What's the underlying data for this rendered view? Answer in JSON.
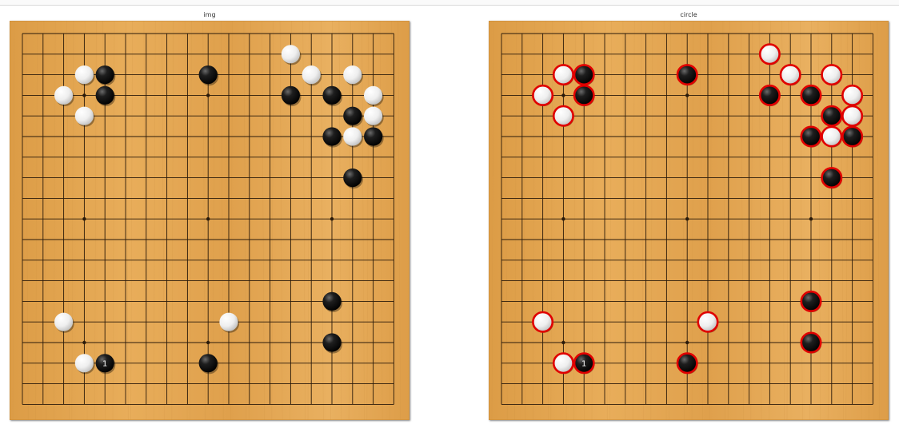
{
  "panels": [
    {
      "title": "img",
      "show_circles": false,
      "grid_size": 19,
      "star_points": [
        [
          3,
          3
        ],
        [
          3,
          9
        ],
        [
          3,
          15
        ],
        [
          9,
          3
        ],
        [
          9,
          9
        ],
        [
          9,
          15
        ],
        [
          15,
          3
        ],
        [
          15,
          9
        ],
        [
          15,
          15
        ]
      ],
      "stones": [
        {
          "col": 13,
          "row": 1,
          "color": "white"
        },
        {
          "col": 3,
          "row": 2,
          "color": "white"
        },
        {
          "col": 4,
          "row": 2,
          "color": "black"
        },
        {
          "col": 9,
          "row": 2,
          "color": "black"
        },
        {
          "col": 14,
          "row": 2,
          "color": "white"
        },
        {
          "col": 16,
          "row": 2,
          "color": "white"
        },
        {
          "col": 2,
          "row": 3,
          "color": "white"
        },
        {
          "col": 4,
          "row": 3,
          "color": "black"
        },
        {
          "col": 13,
          "row": 3,
          "color": "black"
        },
        {
          "col": 15,
          "row": 3,
          "color": "black"
        },
        {
          "col": 17,
          "row": 3,
          "color": "white"
        },
        {
          "col": 3,
          "row": 4,
          "color": "white"
        },
        {
          "col": 16,
          "row": 4,
          "color": "black"
        },
        {
          "col": 17,
          "row": 4,
          "color": "white"
        },
        {
          "col": 15,
          "row": 5,
          "color": "black"
        },
        {
          "col": 16,
          "row": 5,
          "color": "white"
        },
        {
          "col": 17,
          "row": 5,
          "color": "black"
        },
        {
          "col": 16,
          "row": 7,
          "color": "black"
        },
        {
          "col": 15,
          "row": 13,
          "color": "black"
        },
        {
          "col": 2,
          "row": 14,
          "color": "white"
        },
        {
          "col": 10,
          "row": 14,
          "color": "white"
        },
        {
          "col": 15,
          "row": 15,
          "color": "black"
        },
        {
          "col": 3,
          "row": 16,
          "color": "white"
        },
        {
          "col": 4,
          "row": 16,
          "color": "black",
          "label": "1"
        },
        {
          "col": 9,
          "row": 16,
          "color": "black"
        }
      ]
    },
    {
      "title": "circle",
      "show_circles": true,
      "grid_size": 19,
      "star_points": [
        [
          3,
          3
        ],
        [
          3,
          9
        ],
        [
          3,
          15
        ],
        [
          9,
          3
        ],
        [
          9,
          9
        ],
        [
          9,
          15
        ],
        [
          15,
          3
        ],
        [
          15,
          9
        ],
        [
          15,
          15
        ]
      ],
      "stones": [
        {
          "col": 13,
          "row": 1,
          "color": "white"
        },
        {
          "col": 3,
          "row": 2,
          "color": "white"
        },
        {
          "col": 4,
          "row": 2,
          "color": "black"
        },
        {
          "col": 9,
          "row": 2,
          "color": "black"
        },
        {
          "col": 14,
          "row": 2,
          "color": "white"
        },
        {
          "col": 16,
          "row": 2,
          "color": "white"
        },
        {
          "col": 2,
          "row": 3,
          "color": "white"
        },
        {
          "col": 4,
          "row": 3,
          "color": "black"
        },
        {
          "col": 13,
          "row": 3,
          "color": "black"
        },
        {
          "col": 15,
          "row": 3,
          "color": "black"
        },
        {
          "col": 17,
          "row": 3,
          "color": "white"
        },
        {
          "col": 3,
          "row": 4,
          "color": "white"
        },
        {
          "col": 16,
          "row": 4,
          "color": "black"
        },
        {
          "col": 17,
          "row": 4,
          "color": "white"
        },
        {
          "col": 15,
          "row": 5,
          "color": "black"
        },
        {
          "col": 16,
          "row": 5,
          "color": "white"
        },
        {
          "col": 17,
          "row": 5,
          "color": "black"
        },
        {
          "col": 16,
          "row": 7,
          "color": "black"
        },
        {
          "col": 15,
          "row": 13,
          "color": "black"
        },
        {
          "col": 2,
          "row": 14,
          "color": "white"
        },
        {
          "col": 10,
          "row": 14,
          "color": "white"
        },
        {
          "col": 15,
          "row": 15,
          "color": "black"
        },
        {
          "col": 3,
          "row": 16,
          "color": "white"
        },
        {
          "col": 4,
          "row": 16,
          "color": "black",
          "label": "1"
        },
        {
          "col": 9,
          "row": 16,
          "color": "black"
        }
      ]
    }
  ],
  "colors": {
    "board": "#e3a650",
    "board_edge": "#c98a36",
    "grid": "#2a1a0a",
    "circle": "#e00000"
  }
}
